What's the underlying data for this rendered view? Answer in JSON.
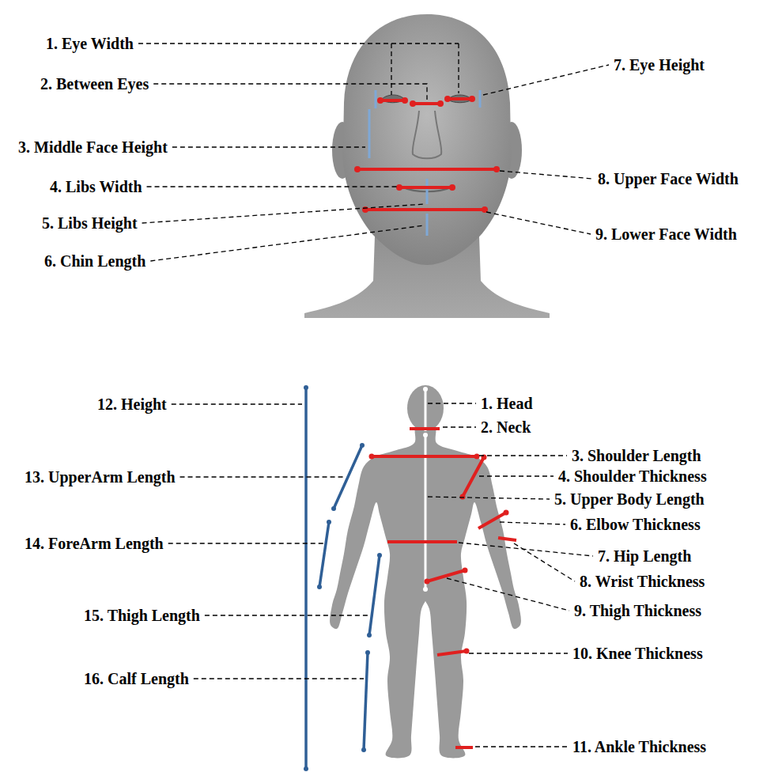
{
  "diagram": {
    "labels": [
      "1. Eye Width",
      "2. Between Eyes",
      "3. Middle Face Height",
      "4. Libs Width",
      "5. Libs Height",
      "6. Chin Length",
      "7. Eye Height",
      "8. Upper Face Width",
      "9. Lower Face Width",
      "12. Height",
      "13. UpperArm Length",
      "14. ForeArm Length",
      "15. Thigh Length",
      "16. Calf Length",
      "1. Head",
      "2. Neck",
      "3. Shoulder Length",
      "4. Shoulder Thickness",
      "5. Upper Body Length",
      "6. Elbow Thickness",
      "7. Hip Length",
      "8. Wrist Thickness",
      "9. Thigh Thickness",
      "10. Knee Thickness",
      "11. Ankle Thickness"
    ]
  }
}
